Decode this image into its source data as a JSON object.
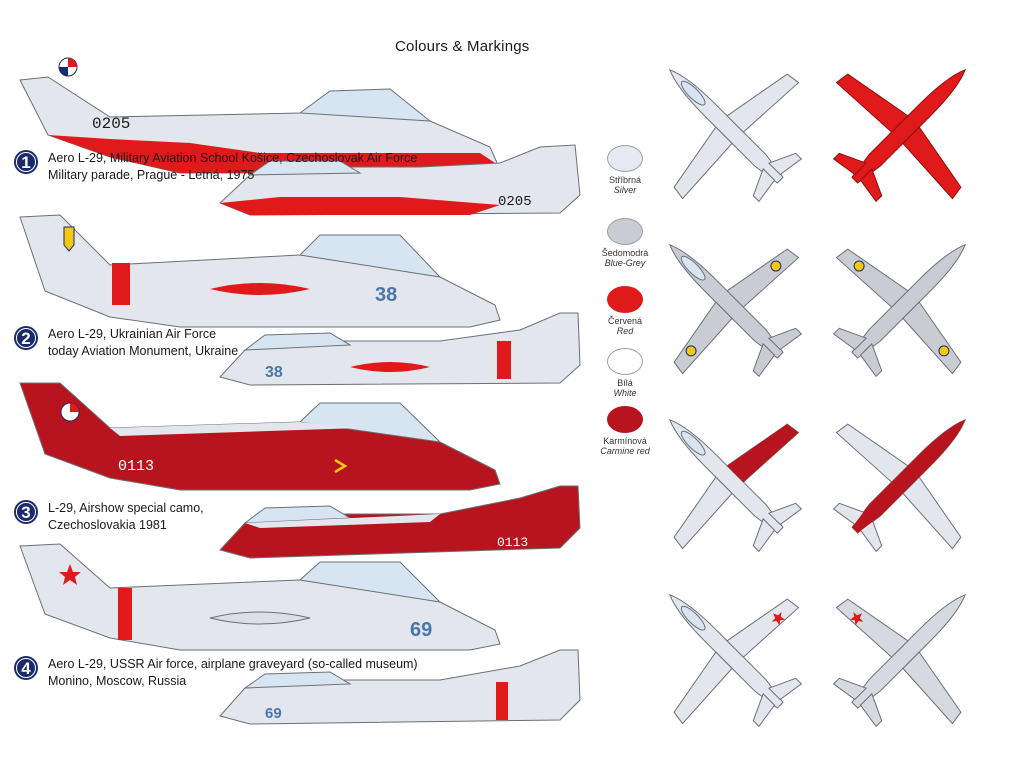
{
  "header": {
    "title": "Colours & Markings"
  },
  "schemes": [
    {
      "number": "1",
      "lines": [
        "Aero L-29, Military Aviation School Košice, Czechoslovak Air Force",
        "Military parade, Prague - Letná, 1975"
      ],
      "serial": "0205"
    },
    {
      "number": "2",
      "lines": [
        "Aero L-29, Ukrainian Air Force",
        "today Aviation Monument, Ukraine"
      ],
      "serial": "38"
    },
    {
      "number": "3",
      "lines": [
        "L-29, Airshow special camo,",
        "Czechoslovakia 1981"
      ],
      "serial": "0113"
    },
    {
      "number": "4",
      "lines": [
        "Aero L-29, USSR Air force, airplane graveyard (so-called museum)",
        "Monino, Moscow, Russia"
      ],
      "serial": "69"
    }
  ],
  "legend": [
    {
      "cz": "Stříbrná",
      "en": "Silver",
      "color": "#e6e9ef"
    },
    {
      "cz": "Šedomodrá",
      "en": "Blue-Grey",
      "color": "#c9ccd2"
    },
    {
      "cz": "Červená",
      "en": "Red",
      "color": "#e01a1a"
    },
    {
      "cz": "Bílá",
      "en": "White",
      "color": "#ffffff"
    },
    {
      "cz": "Karmínová",
      "en": "Carmine red",
      "color": "#b8141e"
    }
  ],
  "colors": {
    "silver": "#e3e6ec",
    "red": "#e01a1a",
    "carmine": "#b8141e",
    "outline": "#6b6f76",
    "navy": "#1b2a6b",
    "serial_blue": "#4a77a8"
  }
}
